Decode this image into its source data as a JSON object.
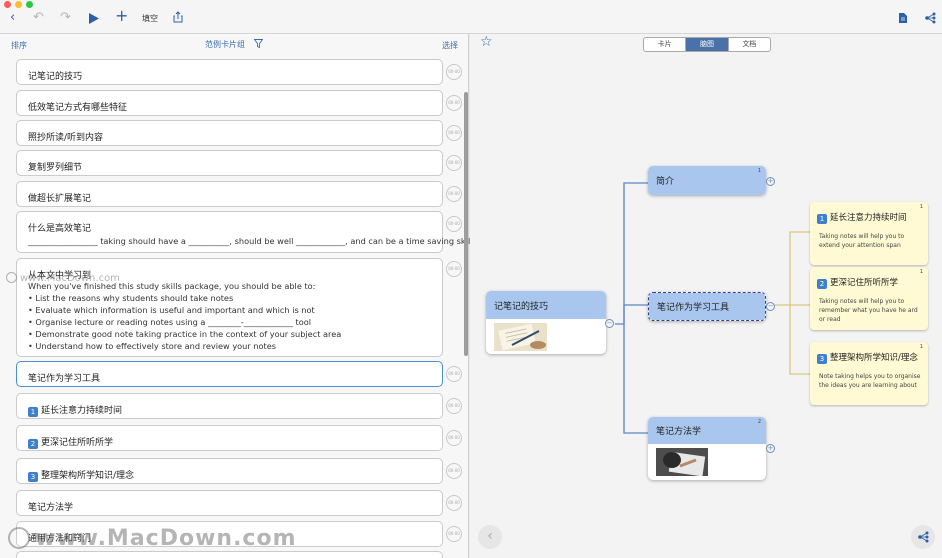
{
  "toolbar": {
    "fill_label": "填空"
  },
  "left_panel": {
    "sort_label": "排序",
    "deck_label": "范例卡片组",
    "select_label": "选择",
    "cards": [
      {
        "title": "记笔记的技巧"
      },
      {
        "title": "低效笔记方式有哪些特征"
      },
      {
        "title": "照抄所读/听到内容"
      },
      {
        "title": "复制罗列细节"
      },
      {
        "title": "做超长扩展笔记"
      },
      {
        "title": "什么是高效笔记",
        "body": [
          "_________________ taking should have a __________, should be well ____________, and can be a time saving skill."
        ]
      },
      {
        "title": "从本文中学习到",
        "body": [
          "When you've finished this study skills package, you should be able to:",
          "• List the reasons why students should take notes",
          "• Evaluate which information is useful and important and which is not",
          "• Organise lecture or reading notes using a ________-____________ tool",
          "• Demonstrate good note taking practice in the context of your subject area",
          "• Understand how to effectively store and review your notes"
        ]
      },
      {
        "title": "笔记作为学习工具",
        "active": true
      },
      {
        "title": "延长注意力持续时间",
        "badge": "1"
      },
      {
        "title": "更深记住所听所学",
        "badge": "2"
      },
      {
        "title": "整理架构所学知识/理念",
        "badge": "3"
      },
      {
        "title": "笔记方法学"
      },
      {
        "title": "通用方法和窍门"
      }
    ],
    "circle_label": "00-00"
  },
  "right_panel": {
    "tabs": [
      "卡片",
      "脑图",
      "文档"
    ],
    "active_tab": "脑图",
    "mindmap": {
      "root": "记笔记的技巧",
      "intro": {
        "title": "简介",
        "count": "1"
      },
      "tool": "笔记作为学习工具",
      "method": {
        "title": "笔记方法学",
        "count": "2"
      },
      "children": [
        {
          "badge": "1",
          "title": "延长注意力持续时间",
          "count": "1",
          "body": "Taking notes will help you to extend your attention span"
        },
        {
          "badge": "2",
          "title": "更深记住所听所学",
          "count": "1",
          "body": "Taking notes will help you to remember what you have he ard or read"
        },
        {
          "badge": "3",
          "title": "整理架构所学知识/理念",
          "count": "1",
          "body": "Note taking helps you to organise the ideas you are learning about"
        }
      ]
    }
  },
  "watermarks": {
    "top": "www.MacDown.com",
    "bottom": "www.MacDown.com"
  },
  "colors": {
    "accent": "#2d5fa6",
    "node_header": "#a9c7ee",
    "note_bg": "#fffad3",
    "connector": "#5b87c4"
  }
}
